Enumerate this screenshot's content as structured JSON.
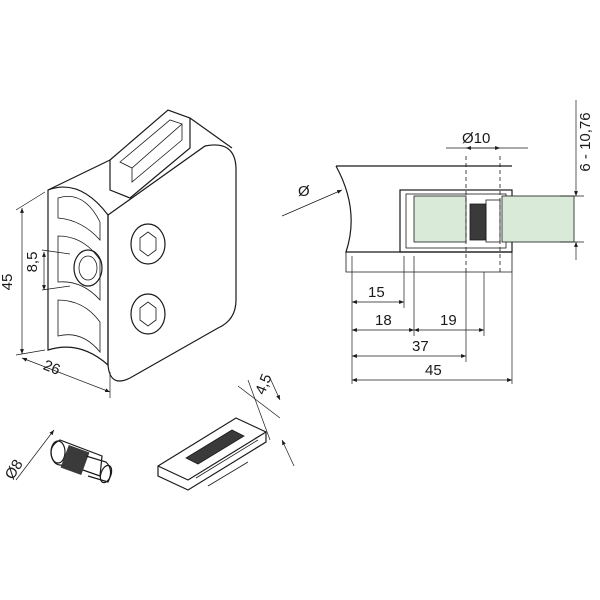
{
  "iso_view": {
    "dim_height": "45",
    "dim_hole": "8,5",
    "dim_depth": "26"
  },
  "section_view": {
    "dim_pin_dia": "Ø10",
    "dim_glass_range": "6 - 10,76",
    "dim_pipe_dia": "Ø",
    "dim_15": "15",
    "dim_18": "18",
    "dim_19": "19",
    "dim_37": "37",
    "dim_45": "45"
  },
  "parts": {
    "dim_pin": "Ø8",
    "dim_pad": "4,5"
  },
  "colors": {
    "glass_fill": "#d9ead9",
    "rubber_fill": "#3a3a3a"
  }
}
